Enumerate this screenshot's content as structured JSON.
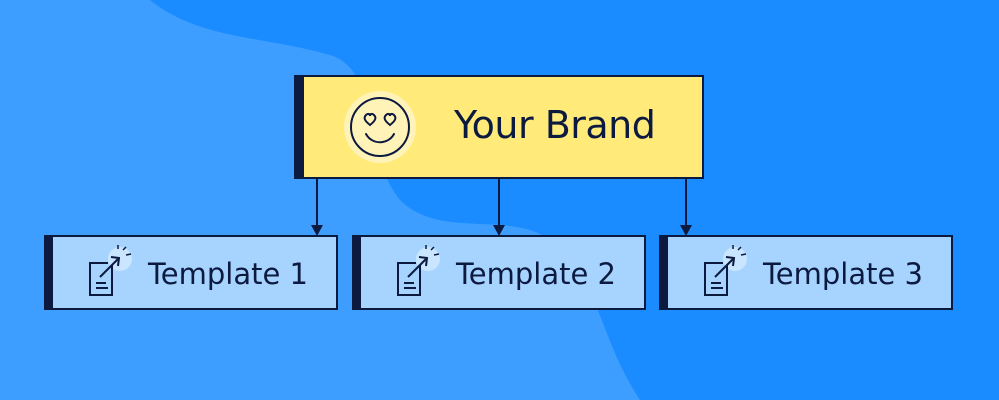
{
  "brand": {
    "title": "Your Brand",
    "icon": "heart-eyes-smiley-icon"
  },
  "templates": [
    {
      "label": "Template 1",
      "icon": "document-edit-icon"
    },
    {
      "label": "Template 2",
      "icon": "document-edit-icon"
    },
    {
      "label": "Template 3",
      "icon": "document-edit-icon"
    }
  ],
  "colors": {
    "background": "#1a8cff",
    "background_blob": "#3d9eff",
    "brand_fill": "#ffea7a",
    "template_fill": "#a6d4ff",
    "outline": "#0d1a40"
  }
}
